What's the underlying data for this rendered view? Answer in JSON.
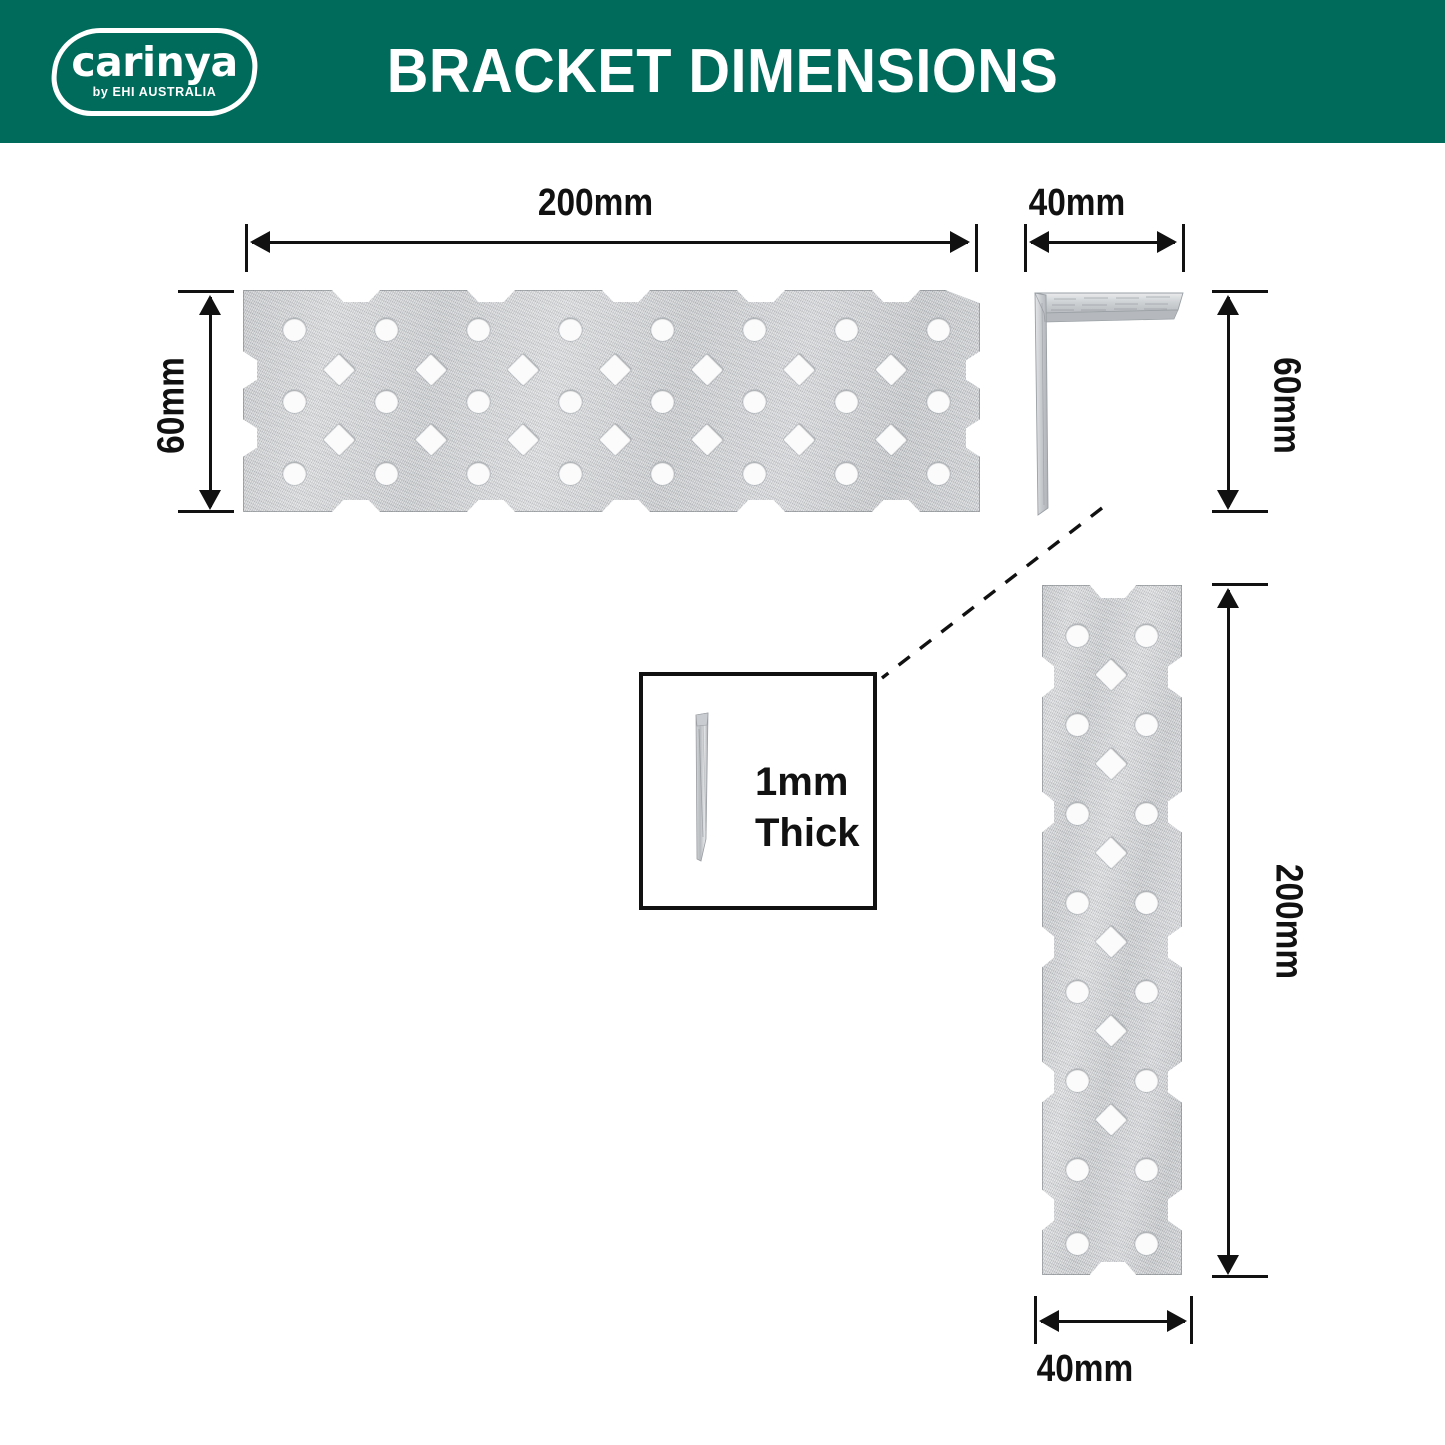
{
  "header": {
    "title": "BRACKET DIMENSIONS",
    "bg_color": "#006b5b",
    "text_color": "#ffffff",
    "logo": {
      "name": "carinya",
      "tagline": "by EHI AUSTRALIA"
    }
  },
  "diagram": {
    "face_plate": {
      "width_label": "200mm",
      "height_label": "60mm"
    },
    "profile_view": {
      "width_label": "40mm",
      "height_label": "60mm"
    },
    "side_plate": {
      "height_label": "200mm",
      "width_label": "40mm"
    },
    "thickness_callout": {
      "line1": "1mm",
      "line2": "Thick"
    }
  }
}
